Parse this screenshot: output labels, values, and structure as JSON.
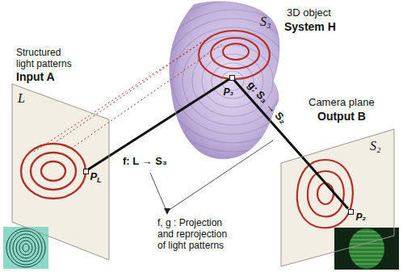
{
  "diagram": {
    "nodes": [
      {
        "text": [
          "Structured light patterns",
          "Input A",
          "L"
        ]
      },
      {
        "text": [
          "PL"
        ],
        "in": 0
      },
      {
        "text": [
          "3D object",
          "System H",
          "S₃"
        ]
      },
      {
        "text": [
          "P₃"
        ],
        "in": 2
      },
      {
        "text": [
          "Camera plane",
          "Output B",
          "S₂"
        ]
      },
      {
        "text": [
          "P₂"
        ],
        "in": 4
      }
    ],
    "edges": [
      {
        "from": 1,
        "to": 3,
        "label": "f: L → S₃",
        "arrow": "none"
      },
      {
        "from": 3,
        "to": 5,
        "label": "g: S₃ → S₂",
        "arrow": "none"
      }
    ],
    "labels": [
      "f, g : Projection and reprojection of light patterns"
    ]
  }
}
